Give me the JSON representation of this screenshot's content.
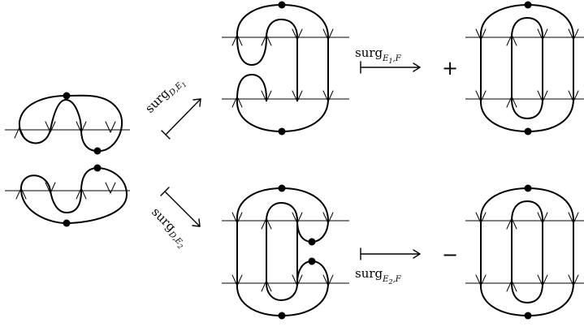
{
  "labels": {
    "surg_left_top": {
      "base": "surg",
      "sub": "D,E",
      "subsub": "1"
    },
    "surg_left_bottom": {
      "base": "surg",
      "sub": "D,E",
      "subsub": "2"
    },
    "surg_right_top": {
      "base": "surg",
      "sub": "E",
      "subsub": "1",
      "tail": ",F"
    },
    "surg_right_bottom": {
      "base": "surg",
      "sub": "E",
      "subsub": "2",
      "tail": ",F"
    }
  },
  "signs": {
    "plus": "+",
    "minus": "−"
  }
}
